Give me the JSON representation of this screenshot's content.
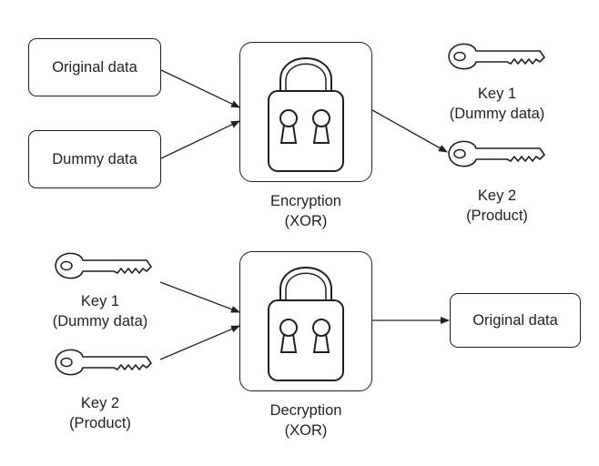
{
  "encryption": {
    "input_1": "Original data",
    "input_2": "Dummy data",
    "lock_label_line1": "Encryption",
    "lock_label_line2": "(XOR)",
    "key1_line1": "Key 1",
    "key1_line2": "(Dummy data)",
    "key2_line1": "Key 2",
    "key2_line2": "(Product)"
  },
  "decryption": {
    "key1_line1": "Key 1",
    "key1_line2": "(Dummy data)",
    "key2_line1": "Key 2",
    "key2_line2": "(Product)",
    "lock_label_line1": "Decryption",
    "lock_label_line2": "(XOR)",
    "output": "Original data"
  }
}
